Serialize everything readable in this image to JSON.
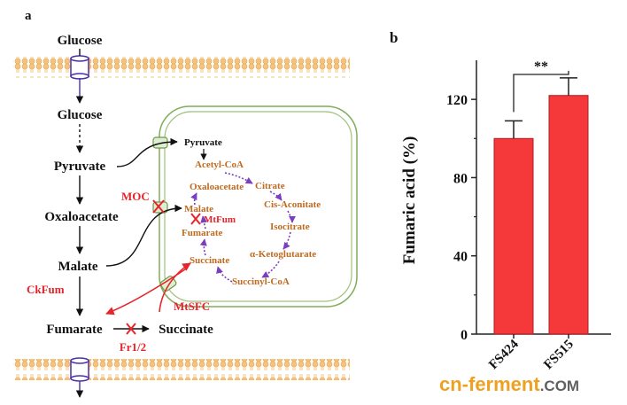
{
  "panel_a": {
    "label": "a",
    "outer": {
      "glucose_out": "Glucose",
      "glucose_in": "Glucose",
      "pyruvate": "Pyruvate",
      "oxaloacetate": "Oxaloacetate",
      "malate": "Malate",
      "fumarate": "Fumarate",
      "succinate": "Succinate"
    },
    "enzymes": {
      "moc": "MOC",
      "mtfum": "MtFum",
      "ckfum": "CkFum",
      "mtsfc": "MtSFC",
      "fr12": "Fr1/2"
    },
    "mito": {
      "pyruvate": "Pyruvate",
      "acetyl_coa": "Acetyl-CoA",
      "citrate": "Citrate",
      "oxaloacetate": "Oxaloacetate",
      "cis_aconitate": "Cis-Aconitate",
      "malate": "Malate",
      "isocitrate": "Isocitrate",
      "fumarate": "Fumarate",
      "ketoglutarate": "α-Ketoglutarate",
      "succinate": "Succinate",
      "succinyl_coa": "Succinyl-CoA"
    },
    "colors": {
      "membrane": "#f4c27a",
      "red": "#e8232a",
      "orange": "#c06a1f",
      "purple": "#7a3fc0",
      "mito_green": "#7fae5a"
    }
  },
  "panel_b": {
    "label": "b",
    "significance": "**",
    "chart_data": {
      "type": "bar",
      "categories": [
        "FS424",
        "FS515"
      ],
      "values": [
        100,
        122
      ],
      "errors": [
        9,
        9
      ],
      "ylabel": "Fumaric acid (%)",
      "yticks": [
        0,
        40,
        80,
        120
      ],
      "ylim": [
        0,
        140
      ],
      "bar_color": "#f5383a"
    }
  },
  "watermark": {
    "text": "cn-ferment.com",
    "prefix": "cn-",
    "middle": "ferment",
    "suffix": ".COM"
  }
}
